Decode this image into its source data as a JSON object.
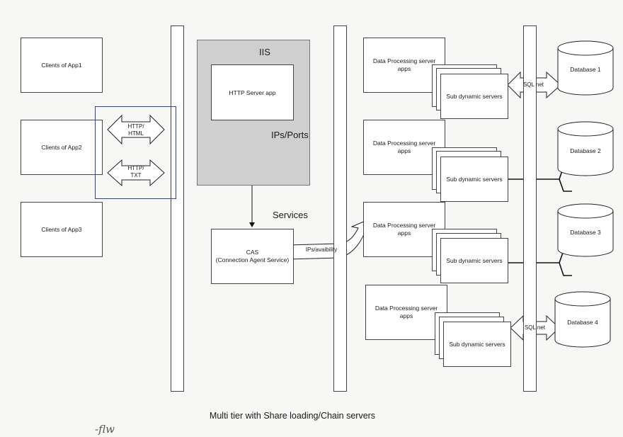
{
  "diagram": {
    "title": "Multi tier with Share loading/Chain servers",
    "clients": [
      {
        "label": "Clients of App1"
      },
      {
        "label": "Clients of App2"
      },
      {
        "label": "Clients of App3"
      }
    ],
    "protocols": [
      {
        "label": "HTTP/\nHTML"
      },
      {
        "label": "HTTP/\nTXT"
      }
    ],
    "iis": {
      "title": "IIS",
      "http_server": "HTTP Server app",
      "ips_ports": "IPs/Ports"
    },
    "services": {
      "label": "Services",
      "cas": "CAS\n(Connection Agent Service)",
      "ips_availability": "IPs/avaibility"
    },
    "processing_groups": [
      {
        "dp_label": "Data Processing server apps",
        "sub_label": "Sub dynamic servers"
      },
      {
        "dp_label": "Data Processing server apps",
        "sub_label": "Sub dynamic servers"
      },
      {
        "dp_label": "Data Processing server apps",
        "sub_label": "Sub dynamic servers"
      },
      {
        "dp_label": "Data Processing server apps",
        "sub_label": "Sub dynamic servers"
      }
    ],
    "sql_net": "SQL net",
    "databases": [
      {
        "label": "Database 1"
      },
      {
        "label": "Database 2"
      },
      {
        "label": "Database 3"
      },
      {
        "label": "Database 4"
      }
    ],
    "handwritten_note": "-flw"
  }
}
